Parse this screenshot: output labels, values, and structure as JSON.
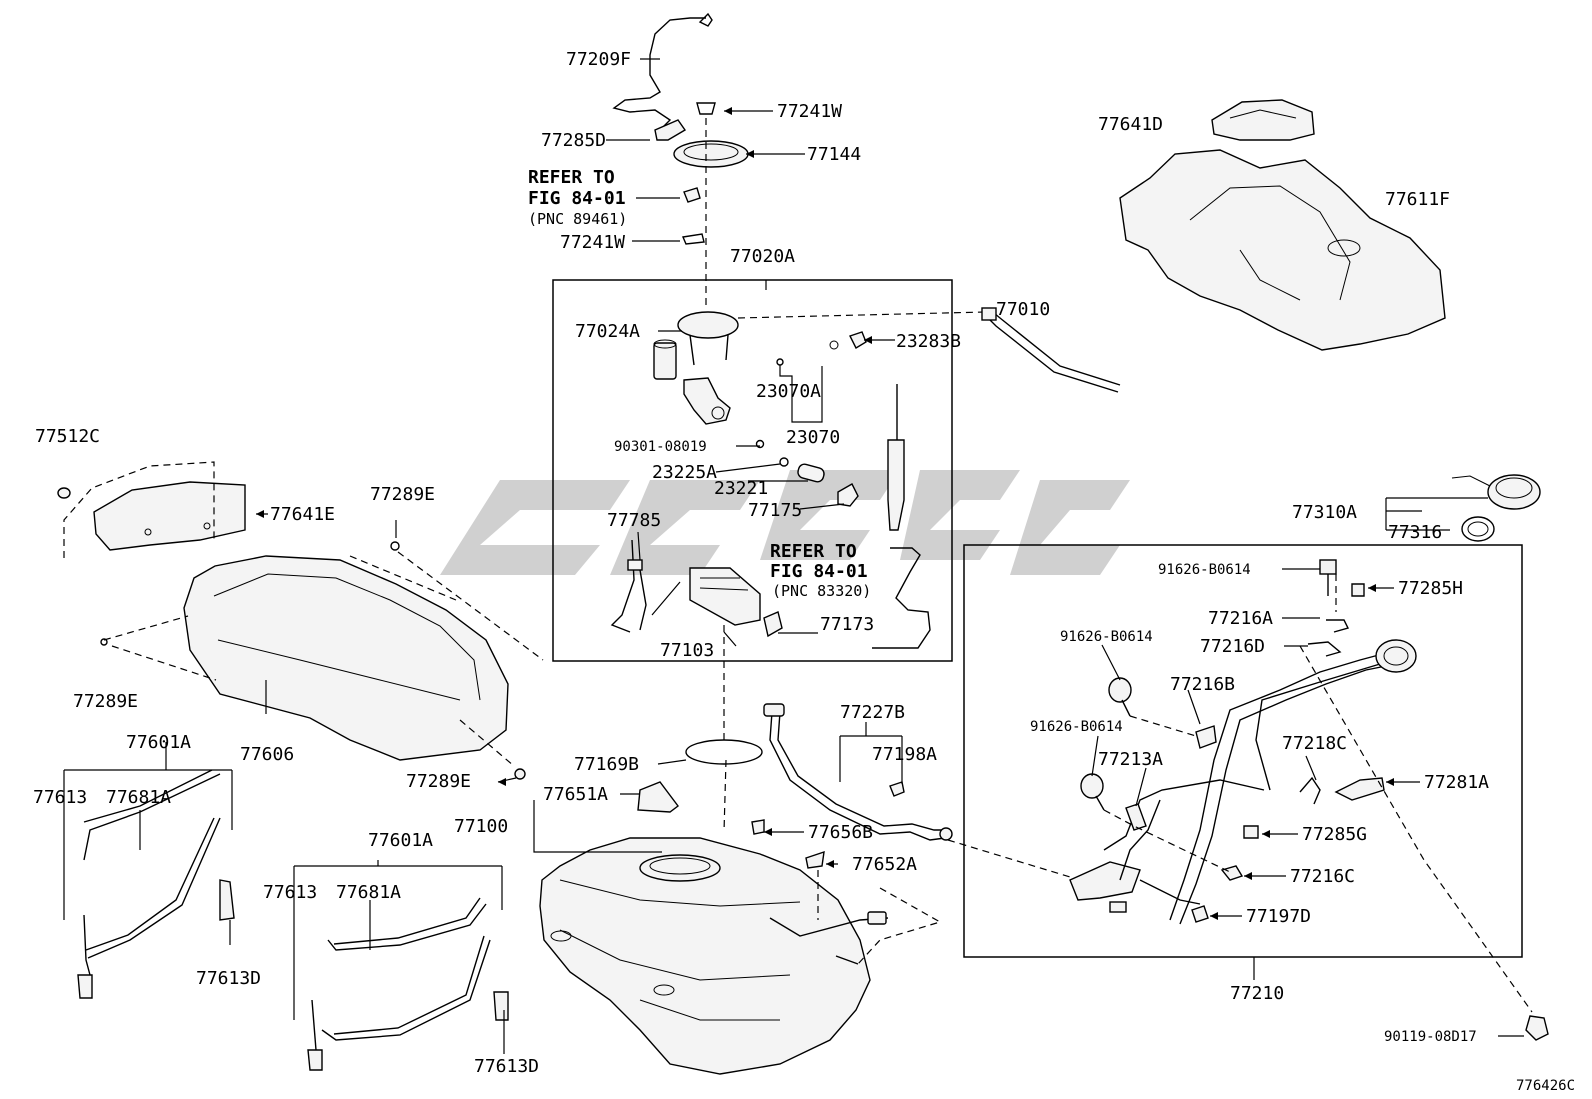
{
  "parts": {
    "p77209F": "77209F",
    "p77241W_top": "77241W",
    "p77285D": "77285D",
    "p77144": "77144",
    "refer1_l1": "REFER TO",
    "refer1_l2": "FIG 84-01",
    "refer1_l3": "(PNC 89461)",
    "p77241W_mid": "77241W",
    "p77020A": "77020A",
    "p77024A": "77024A",
    "p23283B": "23283B",
    "p77010": "77010",
    "p23070A": "23070A",
    "p23070": "23070",
    "p90301": "90301-08019",
    "p23225A": "23225A",
    "p23221": "23221",
    "p77175": "77175",
    "p77785": "77785",
    "refer2_l1": "REFER TO",
    "refer2_l2": "FIG 84-01",
    "refer2_l3": "(PNC 83320)",
    "p77103": "77103",
    "p77173": "77173",
    "p77641D": "77641D",
    "p77611F": "77611F",
    "p77512C": "77512C",
    "p77641E": "77641E",
    "p77289E_a": "77289E",
    "p77289E_b": "77289E",
    "p77289E_c": "77289E",
    "p77606": "77606",
    "p77601A_a": "77601A",
    "p77613_a": "77613",
    "p77681A_a": "77681A",
    "p77613D_a": "77613D",
    "p77601A_b": "77601A",
    "p77613_b": "77613",
    "p77681A_b": "77681A",
    "p77613D_b": "77613D",
    "p77227B": "77227B",
    "p77198A": "77198A",
    "p77169B": "77169B",
    "p77651A": "77651A",
    "p77100": "77100",
    "p77656B": "77656B",
    "p77652A": "77652A",
    "p77310A": "77310A",
    "p77316": "77316",
    "p91626_a": "91626-B0614",
    "p77285H": "77285H",
    "p77216A": "77216A",
    "p91626_b": "91626-B0614",
    "p77216D": "77216D",
    "p77216B": "77216B",
    "p91626_c": "91626-B0614",
    "p77213A": "77213A",
    "p77218C": "77218C",
    "p77281A": "77281A",
    "p77285G": "77285G",
    "p77216C": "77216C",
    "p77197D": "77197D",
    "p77210": "77210",
    "p90119": "90119-08D17"
  },
  "figure_code": "776426C",
  "colors": {
    "line": "#000000",
    "background": "#ffffff",
    "watermark": "#c8c8c8"
  }
}
